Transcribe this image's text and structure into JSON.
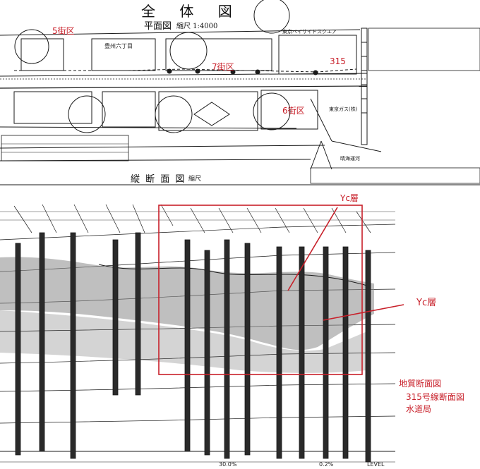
{
  "header": {
    "title": "全 体 図",
    "plan_title": "平面図",
    "scale": "縮尺 1:4000",
    "section_title": "縦 断 面 図",
    "section_scale": "縮尺"
  },
  "annotations": {
    "block5": "5街区",
    "block7": "7街区",
    "block6": "6街区",
    "route": "315",
    "yc_layer_1": "Yc層",
    "yc_layer_2": "Yc層",
    "note_line1": "地質断面図",
    "note_line2": "315号線断面図",
    "note_line3": "水道局"
  },
  "plan_labels": {
    "toyosu": "豊州六丁目",
    "bayside": "東京ベイサイドスクエア",
    "tokyo_gas": "東京ガス(株)",
    "rokusuke": "晴海運河"
  },
  "section_labels": {
    "level": "LEVEL",
    "grade1": "30.0%",
    "grade2": "0.2%"
  },
  "colors": {
    "annotation": "#c8202a",
    "drawing": "#1a1a1a",
    "fill_dark": "#555555",
    "fill_layer": "#8a8a8a"
  }
}
